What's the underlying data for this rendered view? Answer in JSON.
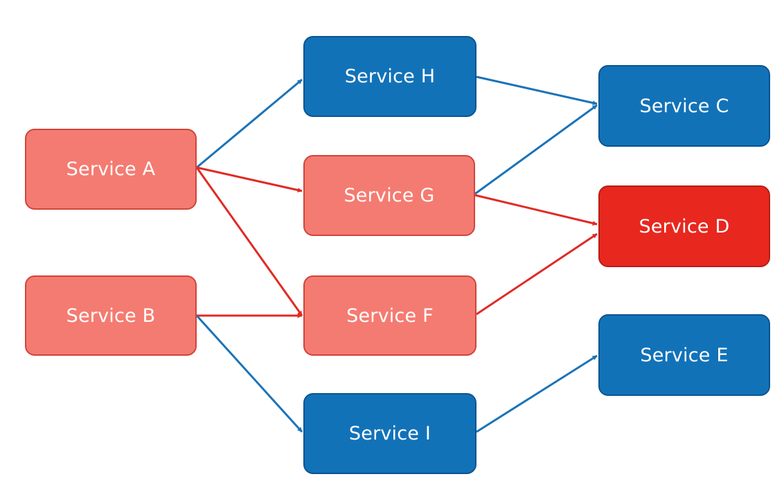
{
  "nodes": {
    "a": "Service A",
    "b": "Service B",
    "c": "Service C",
    "d": "Service D",
    "e": "Service E",
    "f": "Service F",
    "g": "Service G",
    "h": "Service H",
    "i": "Service I"
  },
  "colors": {
    "failing_node_fill": "#f47b71",
    "healthy_node_fill": "#1272b8",
    "root_failure_fill": "#e8271f",
    "healthy_edge": "#1a73b8",
    "failure_edge": "#e02a23"
  },
  "edges": [
    {
      "from": "Service A",
      "to": "Service H",
      "status": "healthy"
    },
    {
      "from": "Service A",
      "to": "Service G",
      "status": "failure"
    },
    {
      "from": "Service A",
      "to": "Service F",
      "status": "failure"
    },
    {
      "from": "Service B",
      "to": "Service F",
      "status": "failure"
    },
    {
      "from": "Service B",
      "to": "Service I",
      "status": "healthy"
    },
    {
      "from": "Service H",
      "to": "Service C",
      "status": "healthy"
    },
    {
      "from": "Service G",
      "to": "Service C",
      "status": "healthy"
    },
    {
      "from": "Service G",
      "to": "Service D",
      "status": "failure"
    },
    {
      "from": "Service F",
      "to": "Service D",
      "status": "failure"
    },
    {
      "from": "Service I",
      "to": "Service E",
      "status": "healthy"
    }
  ]
}
